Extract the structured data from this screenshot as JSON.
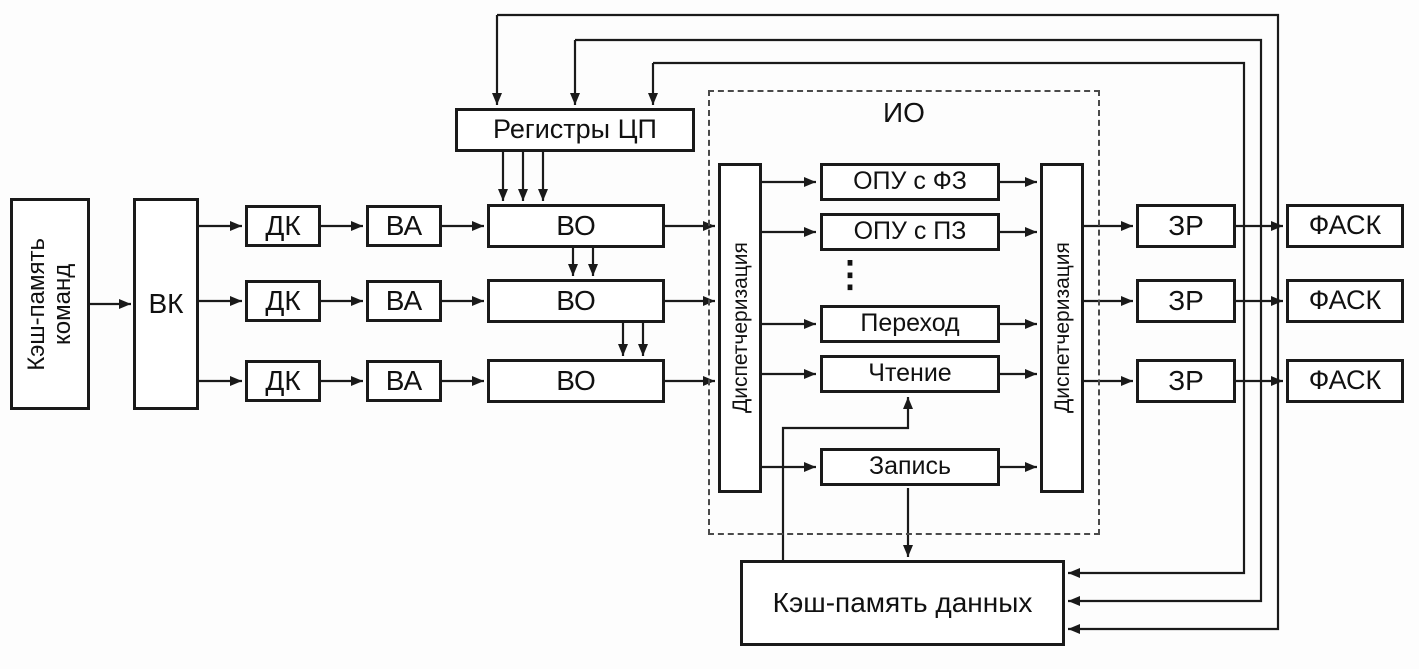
{
  "colors": {
    "line": "#1a1a1a",
    "background": "#fdfdfd",
    "box_background": "#ffffff"
  },
  "blocks": {
    "instr_cache_line1": "Кэш-память",
    "instr_cache_line2": "команд",
    "vk": "ВК",
    "dk": "ДК",
    "va": "ВА",
    "vo": "ВО",
    "registers": "Регистры ЦП",
    "io_group": "ИО",
    "dispatch": "Диспетчеризация",
    "opu_fz": "ОПУ с ФЗ",
    "opu_pz": "ОПУ с ПЗ",
    "more_units_dots": "⋮",
    "branch": "Переход",
    "read": "Чтение",
    "write": "Запись",
    "zr": "ЗР",
    "fask": "ФАСК",
    "data_cache": "Кэш-память данных"
  }
}
